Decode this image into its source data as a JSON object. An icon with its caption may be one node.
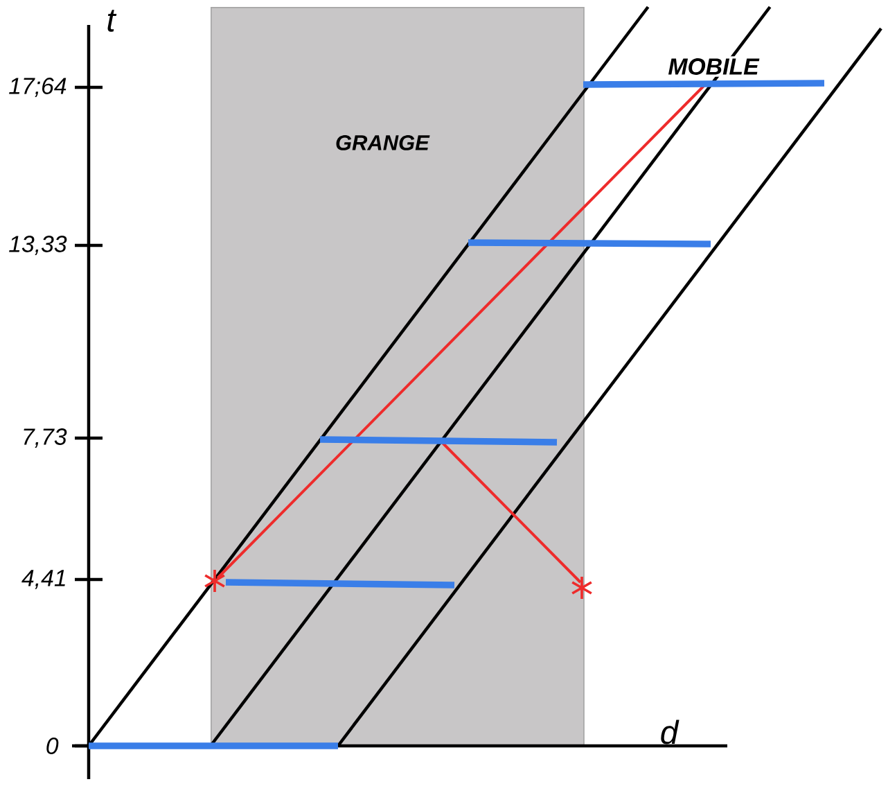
{
  "diagram": {
    "nodes": [
      {
        "text": [
          "GRANGE"
        ]
      }
    ],
    "labels": [
      "t",
      "17;64",
      "13,33",
      "7,73",
      "4,41",
      "0",
      "d",
      "MOBILE"
    ]
  }
}
